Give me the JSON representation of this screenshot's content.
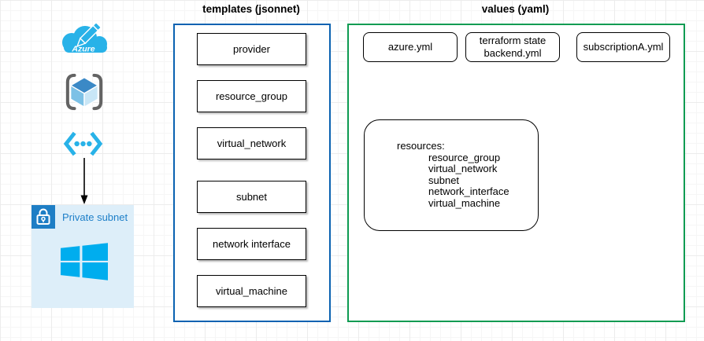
{
  "colors": {
    "template_border": "#0a62b1",
    "values_border": "#0e9b52",
    "icon_blue": "#28b2e8",
    "windows_blue": "#00adee",
    "lock_bg": "#1e7ec5",
    "subnet_bg": "#ddeef9",
    "subnet_text": "#1d7fc8",
    "cube_top": "#3b89c6",
    "cube_left": "#7cc1e6",
    "cube_right": "#c8e6f6",
    "bracket_gray": "#636363",
    "arrow_black": "#000000"
  },
  "azure_icon": {
    "label": "Azure"
  },
  "private_subnet": {
    "label": "Private subnet"
  },
  "templates": {
    "title": "templates (jsonnet)",
    "items": [
      "provider",
      "resource_group",
      "virtual_network",
      "subnet",
      "network interface",
      "virtual_machine"
    ]
  },
  "values": {
    "title": "values (yaml)",
    "files": [
      "azure.yml",
      "terraform state backend.yml",
      "subscriptionA.yml"
    ],
    "resources": {
      "header": "resources:",
      "items": [
        "resource_group",
        "virtual_network",
        "subnet",
        "network_interface",
        "virtual_machine"
      ]
    }
  }
}
